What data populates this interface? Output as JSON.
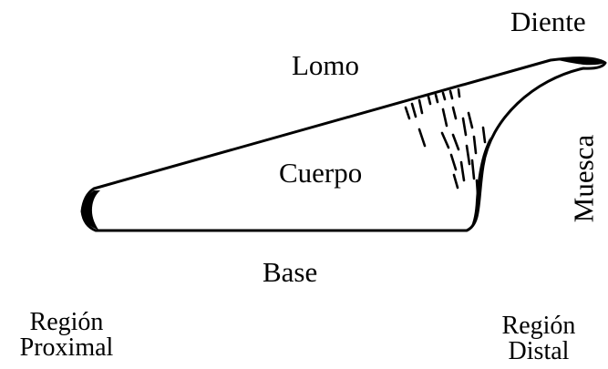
{
  "labels": {
    "diente": "Diente",
    "lomo": "Lomo",
    "cuerpo": "Cuerpo",
    "base": "Base",
    "muesca": "Muesca",
    "region_proximal": [
      "Región",
      "Proximal"
    ],
    "region_distal": [
      "Región",
      "Distal"
    ]
  },
  "colors": {
    "ink": "#000000",
    "background": "#ffffff"
  }
}
